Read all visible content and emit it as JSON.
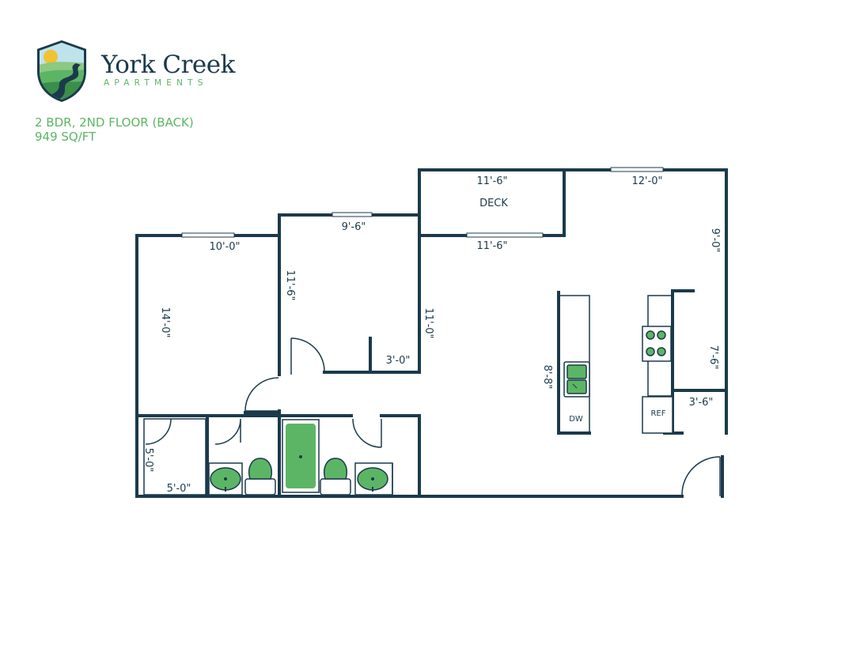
{
  "brand": {
    "name": "York Creek",
    "subtitle": "APARTMENTS"
  },
  "unit": {
    "type": "2 BDR, 2ND FLOOR (BACK)",
    "size": "949 SQ/FT"
  },
  "rooms": {
    "deck": "DECK",
    "dishwasher": "DW",
    "refrigerator": "REF"
  },
  "dimensions": {
    "bedroom1_width": "10'-0\"",
    "bedroom1_depth": "14'-0\"",
    "bedroom2_width": "9'-6\"",
    "bedroom2_depth": "11'-6\"",
    "closet2_width": "3'-0\"",
    "deck_width_top": "11'-6\"",
    "deck_width_bottom": "11'-6\"",
    "living_width": "12'-0\"",
    "living_depth": "9'-0\"",
    "hall_depth": "11'-0\"",
    "kitchen_island": "8'-8\"",
    "pantry_depth": "7'-6\"",
    "pantry_width": "3'-6\"",
    "closet1_depth": "5'-0\"",
    "closet1_width": "5'-0\""
  },
  "colors": {
    "wall": "#1b3a4b",
    "fixture": "#5cb565",
    "accent": "#5cb565"
  }
}
